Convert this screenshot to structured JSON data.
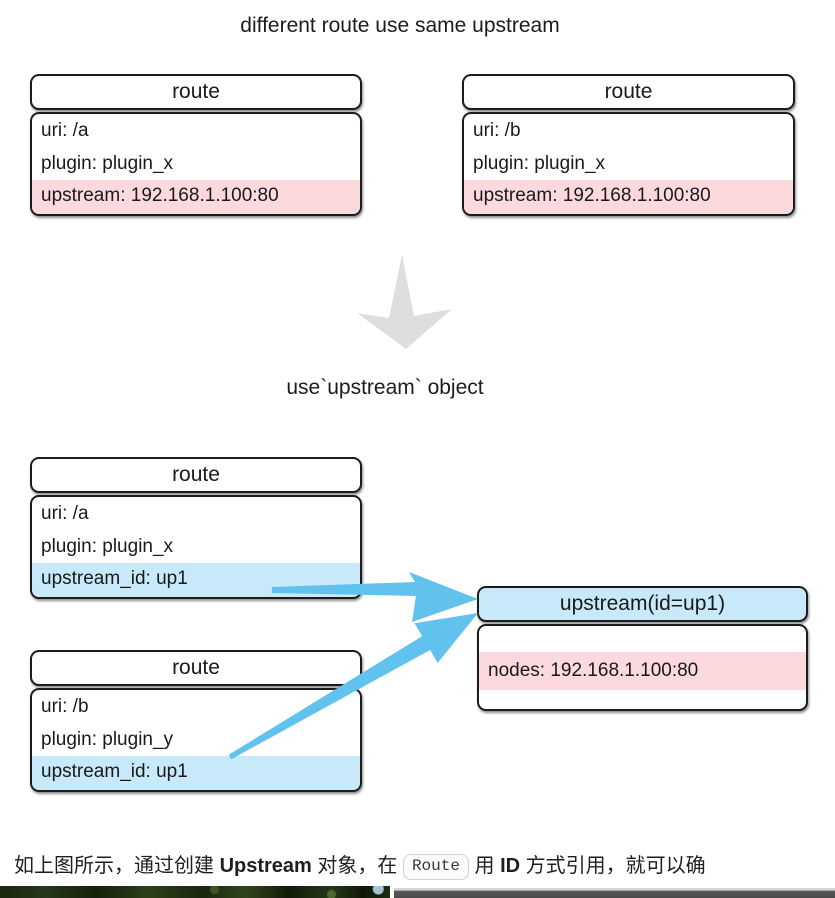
{
  "colors": {
    "pink_highlight": "#fbd9dc",
    "blue_highlight": "#c8e9f9",
    "arrow_blue": "#62c2ee",
    "arrow_gray": "#dedede",
    "box_border": "#1c1c1c"
  },
  "captions": {
    "top": "different route use same upstream",
    "middle": "use`upstream` object"
  },
  "boxes": {
    "route_a1": {
      "title": "route",
      "rows": [
        "uri: /a",
        "plugin: plugin_x",
        "upstream: 192.168.1.100:80"
      ]
    },
    "route_b1": {
      "title": "route",
      "rows": [
        "uri: /b",
        "plugin: plugin_x",
        "upstream: 192.168.1.100:80"
      ]
    },
    "route_a2": {
      "title": "route",
      "rows": [
        "uri: /a",
        "plugin: plugin_x",
        "upstream_id: up1"
      ]
    },
    "route_b2": {
      "title": "route",
      "rows": [
        "uri: /b",
        "plugin: plugin_y",
        "upstream_id: up1"
      ]
    },
    "upstream": {
      "title": "upstream(id=up1)",
      "rows": [
        "nodes: 192.168.1.100:80"
      ]
    }
  },
  "paragraph": {
    "part1": "如上图所示，通过创建 ",
    "bold1": "Upstream",
    "part2": " 对象，在 ",
    "code1": "Route",
    "part3": " 用 ",
    "bold2": "ID",
    "part4": " 方式引用，就可以确"
  }
}
